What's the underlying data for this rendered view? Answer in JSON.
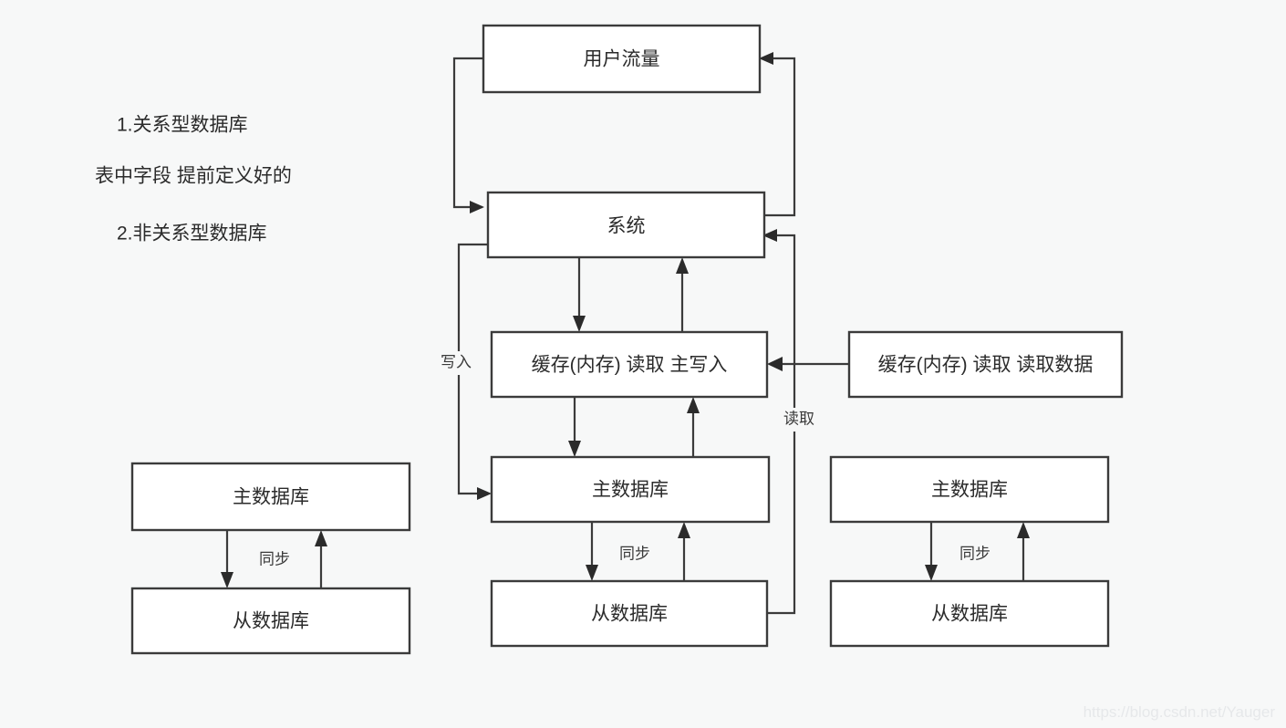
{
  "diagram": {
    "background_color": "#f7f8f8",
    "box_fill": "#ffffff",
    "box_stroke": "#3b3b3b",
    "text_color": "#2b2b2b",
    "notes": [
      {
        "text": "1.关系型数据库"
      },
      {
        "text": "表中字段 提前定义好的"
      },
      {
        "text": "2.非关系型数据库"
      }
    ],
    "nodes": {
      "user_traffic": "用户流量",
      "system": "系统",
      "cache_center": "缓存(内存) 读取 主写入",
      "cache_right": "缓存(内存) 读取  读取数据",
      "master_db_left": "主数据库",
      "slave_db_left": "从数据库",
      "master_db_center": "主数据库",
      "slave_db_center": "从数据库",
      "master_db_right": "主数据库",
      "slave_db_right": "从数据库"
    },
    "edge_labels": {
      "sync_left": "同步",
      "sync_center": "同步",
      "sync_right": "同步",
      "write": "写入",
      "read": "读取"
    }
  },
  "watermark": {
    "text": "https://blog.csdn.net/Yauger"
  }
}
